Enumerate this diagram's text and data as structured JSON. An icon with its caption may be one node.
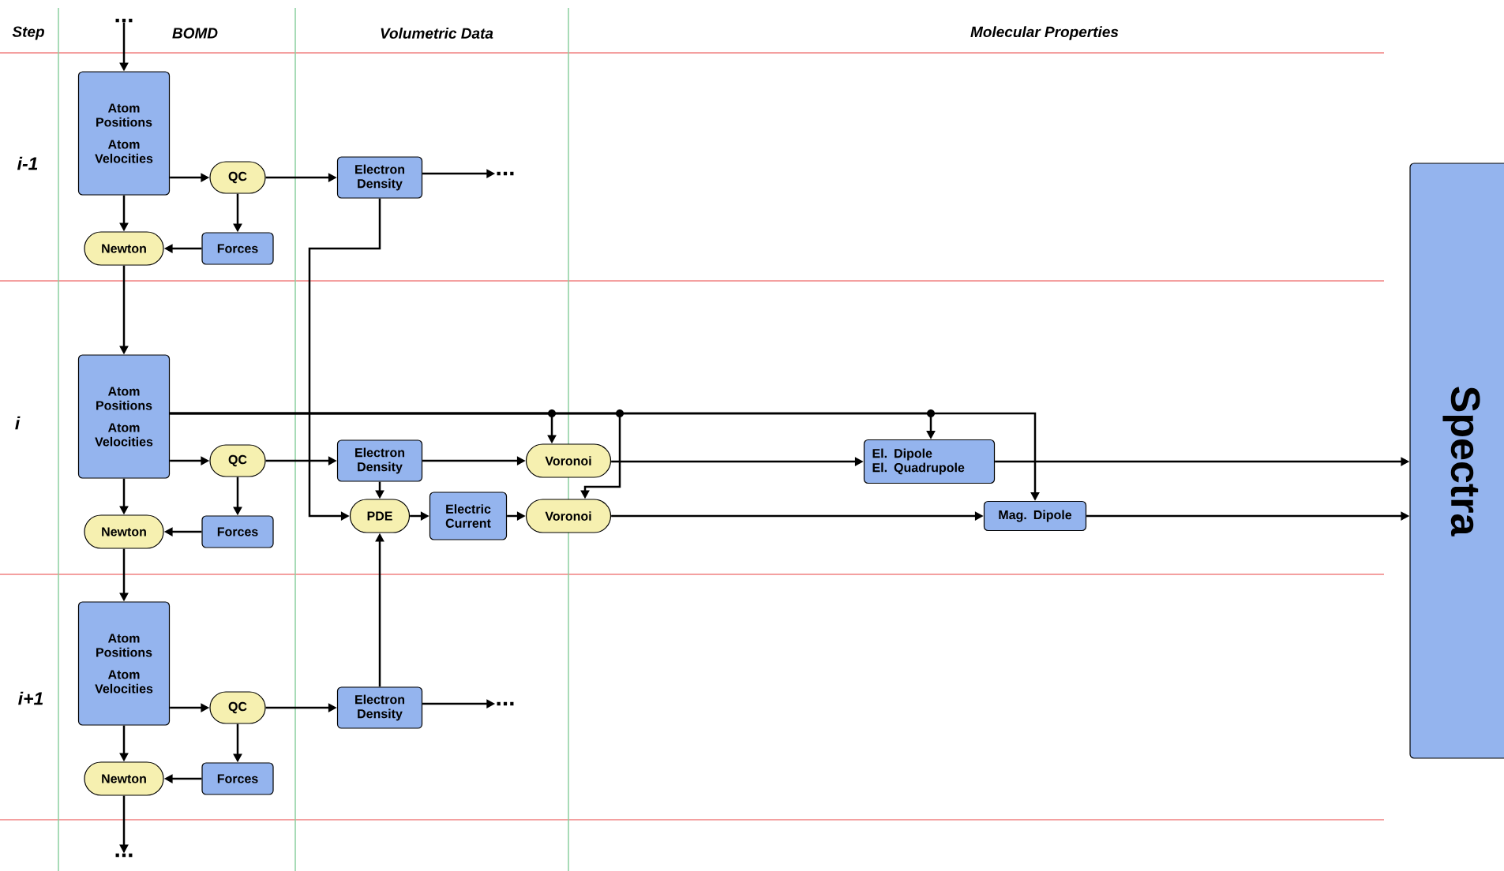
{
  "diagram": {
    "nodes": [
      {
        "text": [
          "..."
        ]
      },
      {
        "text": [
          "Atom Positions",
          "Atom Velocities"
        ]
      },
      {
        "text": [
          "QC"
        ]
      },
      {
        "text": [
          "Newton"
        ]
      },
      {
        "text": [
          "Forces"
        ]
      },
      {
        "text": [
          "Electron Density"
        ]
      },
      {
        "text": [
          "..."
        ]
      },
      {
        "text": [
          "Atom Positions",
          "Atom Velocities"
        ]
      },
      {
        "text": [
          "QC"
        ]
      },
      {
        "text": [
          "Newton"
        ]
      },
      {
        "text": [
          "Forces"
        ]
      },
      {
        "text": [
          "Electron Density"
        ]
      },
      {
        "text": [
          "PDE"
        ]
      },
      {
        "text": [
          "Electric Current"
        ]
      },
      {
        "text": [
          "Voronoi"
        ]
      },
      {
        "text": [
          "Voronoi"
        ]
      },
      {
        "text": [
          "El. Dipole",
          "El. Quadrupole"
        ]
      },
      {
        "text": [
          "Mag. Dipole"
        ]
      },
      {
        "text": [
          "Atom Positions",
          "Atom Velocities"
        ]
      },
      {
        "text": [
          "QC"
        ]
      },
      {
        "text": [
          "Newton"
        ]
      },
      {
        "text": [
          "Forces"
        ]
      },
      {
        "text": [
          "Electron Density"
        ]
      },
      {
        "text": [
          "..."
        ]
      },
      {
        "text": [
          "..."
        ]
      },
      {
        "text": [
          "Spectra"
        ]
      }
    ],
    "edges": [
      {
        "from": 0,
        "to": 1,
        "arrow": "to"
      },
      {
        "from": 1,
        "to": 2,
        "arrow": "to"
      },
      {
        "from": 1,
        "to": 3,
        "arrow": "to"
      },
      {
        "from": 2,
        "to": 4,
        "arrow": "to"
      },
      {
        "from": 4,
        "to": 3,
        "arrow": "to"
      },
      {
        "from": 2,
        "to": 5,
        "arrow": "to"
      },
      {
        "from": 5,
        "to": 6,
        "arrow": "to"
      },
      {
        "from": 3,
        "to": 7,
        "arrow": "to"
      },
      {
        "from": 5,
        "to": 12,
        "arrow": "to"
      },
      {
        "from": 7,
        "to": 8,
        "arrow": "to"
      },
      {
        "from": 7,
        "to": 9,
        "arrow": "to"
      },
      {
        "from": 8,
        "to": 10,
        "arrow": "to"
      },
      {
        "from": 10,
        "to": 9,
        "arrow": "to"
      },
      {
        "from": 8,
        "to": 11,
        "arrow": "to"
      },
      {
        "from": 11,
        "to": 12,
        "arrow": "to"
      },
      {
        "from": 11,
        "to": 14,
        "arrow": "to"
      },
      {
        "from": 12,
        "to": 13,
        "arrow": "to"
      },
      {
        "from": 13,
        "to": 15,
        "arrow": "to"
      },
      {
        "from": 7,
        "to": 14,
        "arrow": "to"
      },
      {
        "from": 7,
        "to": 15,
        "arrow": "to"
      },
      {
        "from": 7,
        "to": 16,
        "arrow": "to"
      },
      {
        "from": 7,
        "to": 17,
        "arrow": "to"
      },
      {
        "from": 14,
        "to": 16,
        "arrow": "to"
      },
      {
        "from": 15,
        "to": 17,
        "arrow": "to"
      },
      {
        "from": 16,
        "to": 25,
        "arrow": "to"
      },
      {
        "from": 17,
        "to": 25,
        "arrow": "to"
      },
      {
        "from": 9,
        "to": 18,
        "arrow": "to"
      },
      {
        "from": 18,
        "to": 19,
        "arrow": "to"
      },
      {
        "from": 18,
        "to": 20,
        "arrow": "to"
      },
      {
        "from": 19,
        "to": 21,
        "arrow": "to"
      },
      {
        "from": 21,
        "to": 20,
        "arrow": "to"
      },
      {
        "from": 19,
        "to": 22,
        "arrow": "to"
      },
      {
        "from": 22,
        "to": 12,
        "arrow": "to"
      },
      {
        "from": 22,
        "to": 23,
        "arrow": "to"
      },
      {
        "from": 20,
        "to": 24,
        "arrow": "to"
      }
    ],
    "labels": [
      "Step",
      "BOMD",
      "Volumetric Data",
      "Molecular Properties",
      "i-1",
      "i",
      "i+1"
    ]
  }
}
